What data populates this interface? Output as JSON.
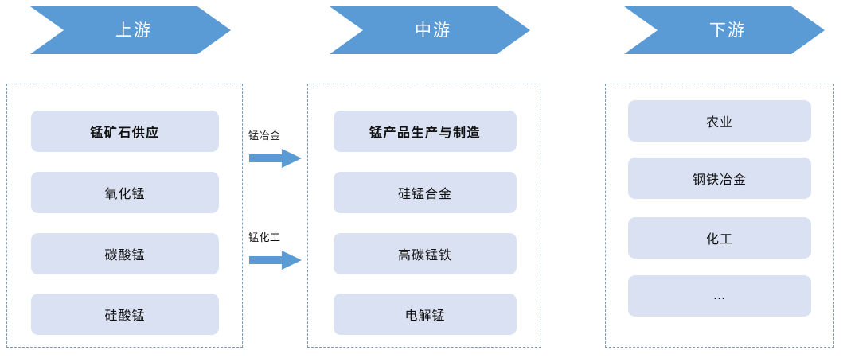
{
  "theme": {
    "banner_color": "#5B9BD5",
    "item_fill": "#D9E1F2",
    "dashed_border": "#7C9CB8",
    "text_color": "#111111",
    "banner_text_color": "#FFFFFF"
  },
  "banners": [
    {
      "id": "upstream",
      "label": "上游"
    },
    {
      "id": "midstream",
      "label": "中游"
    },
    {
      "id": "downstream",
      "label": "下游"
    }
  ],
  "columns": {
    "upstream": {
      "items": [
        {
          "label": "锰矿石供应",
          "emphasis": "bold"
        },
        {
          "label": "氧化锰",
          "emphasis": "normal"
        },
        {
          "label": "碳酸锰",
          "emphasis": "normal"
        },
        {
          "label": "硅酸锰",
          "emphasis": "normal"
        }
      ]
    },
    "midstream": {
      "items": [
        {
          "label": "锰产品生产与制造",
          "emphasis": "bold"
        },
        {
          "label": "硅锰合金",
          "emphasis": "normal"
        },
        {
          "label": "高碳锰铁",
          "emphasis": "normal"
        },
        {
          "label": "电解锰",
          "emphasis": "normal"
        }
      ]
    },
    "downstream": {
      "items": [
        {
          "label": "农业",
          "emphasis": "normal"
        },
        {
          "label": "钢铁冶金",
          "emphasis": "normal"
        },
        {
          "label": "化工",
          "emphasis": "normal"
        },
        {
          "label": "…",
          "emphasis": "normal"
        }
      ]
    }
  },
  "connectors": [
    {
      "id": "metallurgy",
      "label": "锰冶金",
      "direction": "right"
    },
    {
      "id": "chemical",
      "label": "锰化工",
      "direction": "right"
    }
  ]
}
